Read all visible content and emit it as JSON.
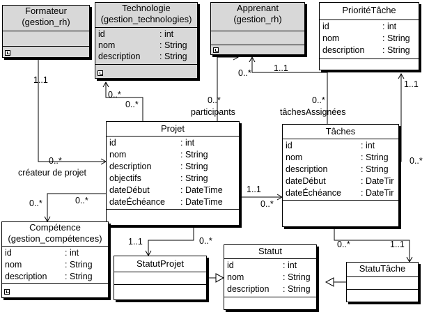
{
  "classes": {
    "formateur": {
      "title": "Formateur",
      "subtitle": "(gestion_rh)"
    },
    "technologie": {
      "title": "Technologie",
      "subtitle": "(gestion_technologies)",
      "attrs": [
        {
          "name": "id",
          "type": ": int"
        },
        {
          "name": "nom",
          "type": ": String"
        },
        {
          "name": "description",
          "type": ": String"
        }
      ]
    },
    "apprenant": {
      "title": "Apprenant",
      "subtitle": "(gestion_rh)"
    },
    "prioriteTache": {
      "title": "PrioritéTâche",
      "attrs": [
        {
          "name": "id",
          "type": ": int"
        },
        {
          "name": "nom",
          "type": ": String"
        },
        {
          "name": "description",
          "type": ": String"
        }
      ]
    },
    "projet": {
      "title": "Projet",
      "attrs": [
        {
          "name": "id",
          "type": ": int"
        },
        {
          "name": "nom",
          "type": ": String"
        },
        {
          "name": "description",
          "type": ": String"
        },
        {
          "name": "objectifs",
          "type": ": String"
        },
        {
          "name": "dateDébut",
          "type": ": DateTime"
        },
        {
          "name": "dateÉchéance",
          "type": ": DateTime"
        }
      ]
    },
    "taches": {
      "title": "Tâches",
      "attrs": [
        {
          "name": "id",
          "type": ": int"
        },
        {
          "name": "nom",
          "type": ": String"
        },
        {
          "name": "description",
          "type": ": String"
        },
        {
          "name": "dateDébut",
          "type": ": DateTir"
        },
        {
          "name": "dateÉchéance",
          "type": ": DateTir"
        }
      ]
    },
    "competence": {
      "title": "Compétence",
      "subtitle": "(gestion_compétences)",
      "attrs": [
        {
          "name": "id",
          "type": ": int"
        },
        {
          "name": "nom",
          "type": ": String"
        },
        {
          "name": "description",
          "type": ": String"
        }
      ]
    },
    "statutProjet": {
      "title": "StatutProjet"
    },
    "statut": {
      "title": "Statut",
      "attrs": [
        {
          "name": "id",
          "type": ": int"
        },
        {
          "name": "nom",
          "type": ": String"
        },
        {
          "name": "description",
          "type": ": String"
        }
      ]
    },
    "statuTache": {
      "title": "StatuTâche"
    }
  },
  "labels": {
    "formateur_mult": "1..1",
    "createur_mult": "0..*",
    "createur_role": "créateur de projet",
    "tech_mult_1": "0..*",
    "tech_mult_2": "0..*",
    "participants_mult_top": "0..*",
    "participants_mult": "0..*",
    "participants_role": "participants",
    "taches_app_mult": "1..1",
    "taches_assign_mult": "0..*",
    "taches_assign_role": "tâchesAssignées",
    "priorite_mult": "1..1",
    "priorite_mult_2": "0..*",
    "projet_taches_1": "1..1",
    "projet_taches_2": "0..*",
    "comp_mult_1": "0..*",
    "comp_mult_2": "0..*",
    "statutprojet_1": "1..1",
    "statutprojet_2": "0..*",
    "statutache_1": "0..*",
    "statutache_2": "1..1"
  }
}
